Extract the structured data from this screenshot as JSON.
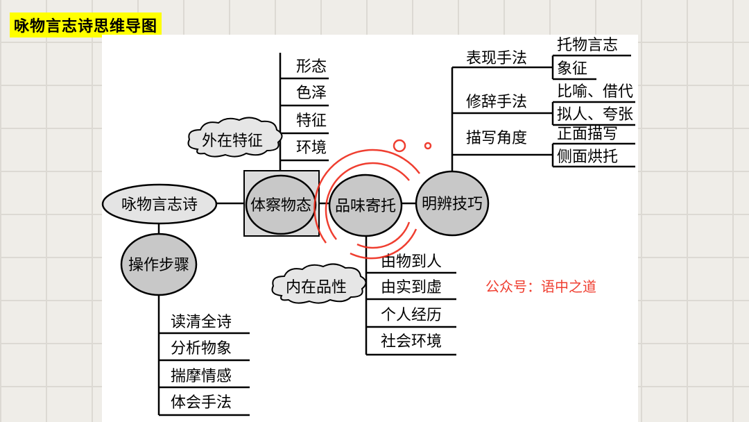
{
  "title": "咏物言志诗思维导图",
  "root": "咏物言志诗",
  "observe": {
    "label": "体察物态",
    "cloud": "外在特征",
    "items": [
      "形态",
      "色泽",
      "特征",
      "环境"
    ]
  },
  "savor": {
    "label": "品味寄托",
    "cloud": "内在品性",
    "items": [
      "由物到人",
      "由实到虚",
      "个人经历",
      "社会环境"
    ]
  },
  "steps": {
    "label": "操作步骤",
    "items": [
      "读清全诗",
      "分析物象",
      "揣摩情感",
      "体会手法"
    ]
  },
  "skills": {
    "label": "明辨技巧",
    "groups": [
      {
        "label": "表现手法",
        "items": [
          "托物言志",
          "象征"
        ]
      },
      {
        "label": "修辞手法",
        "items": [
          "比喻、借代",
          "拟人、夸张"
        ]
      },
      {
        "label": "描写角度",
        "items": [
          "正面描写",
          "侧面烘托"
        ]
      }
    ]
  },
  "watermark": "公众号：语中之道",
  "colors": {
    "title_bg": "#ffff00",
    "node_fill": "#c8c8c8",
    "watermark": "#ee2a1a"
  }
}
